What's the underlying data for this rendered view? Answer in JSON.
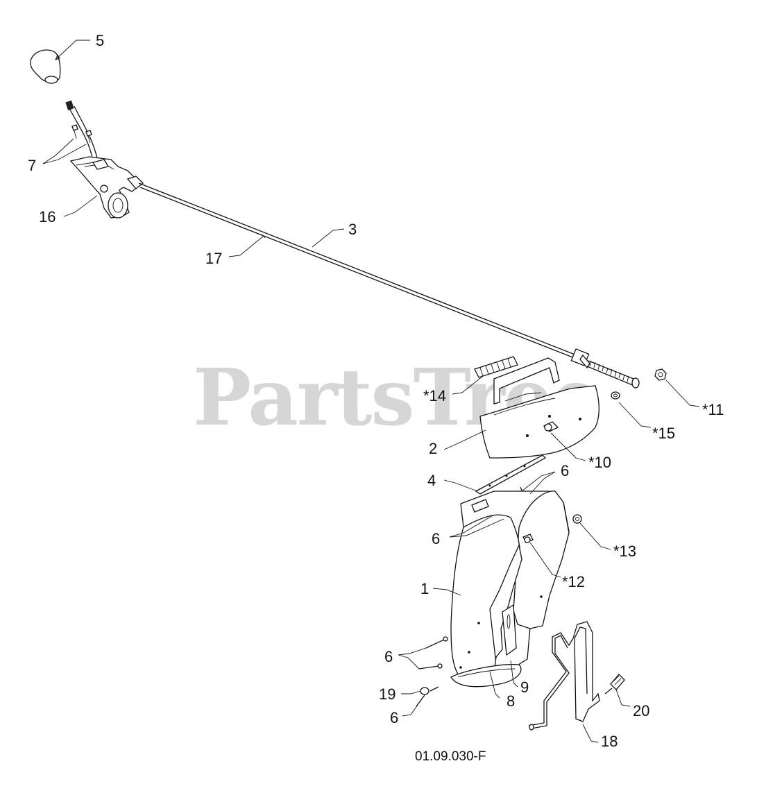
{
  "watermark": "PartsTree",
  "drawing_code": "01.09.030-F",
  "callouts": [
    {
      "id": "c5",
      "text": "5"
    },
    {
      "id": "c7",
      "text": "7"
    },
    {
      "id": "c16",
      "text": "16"
    },
    {
      "id": "c17",
      "text": "17"
    },
    {
      "id": "c3",
      "text": "3"
    },
    {
      "id": "c14",
      "text": "*14"
    },
    {
      "id": "c11",
      "text": "*11"
    },
    {
      "id": "c15",
      "text": "*15"
    },
    {
      "id": "c2",
      "text": "2"
    },
    {
      "id": "c10",
      "text": "*10"
    },
    {
      "id": "c4",
      "text": "4"
    },
    {
      "id": "c6a",
      "text": "6"
    },
    {
      "id": "c6b",
      "text": "6"
    },
    {
      "id": "c13",
      "text": "*13"
    },
    {
      "id": "c12",
      "text": "*12"
    },
    {
      "id": "c1",
      "text": "1"
    },
    {
      "id": "c6c",
      "text": "6"
    },
    {
      "id": "c9",
      "text": "9"
    },
    {
      "id": "c8",
      "text": "8"
    },
    {
      "id": "c19",
      "text": "19"
    },
    {
      "id": "c6d",
      "text": "6"
    },
    {
      "id": "c20",
      "text": "20"
    },
    {
      "id": "c18",
      "text": "18"
    }
  ]
}
